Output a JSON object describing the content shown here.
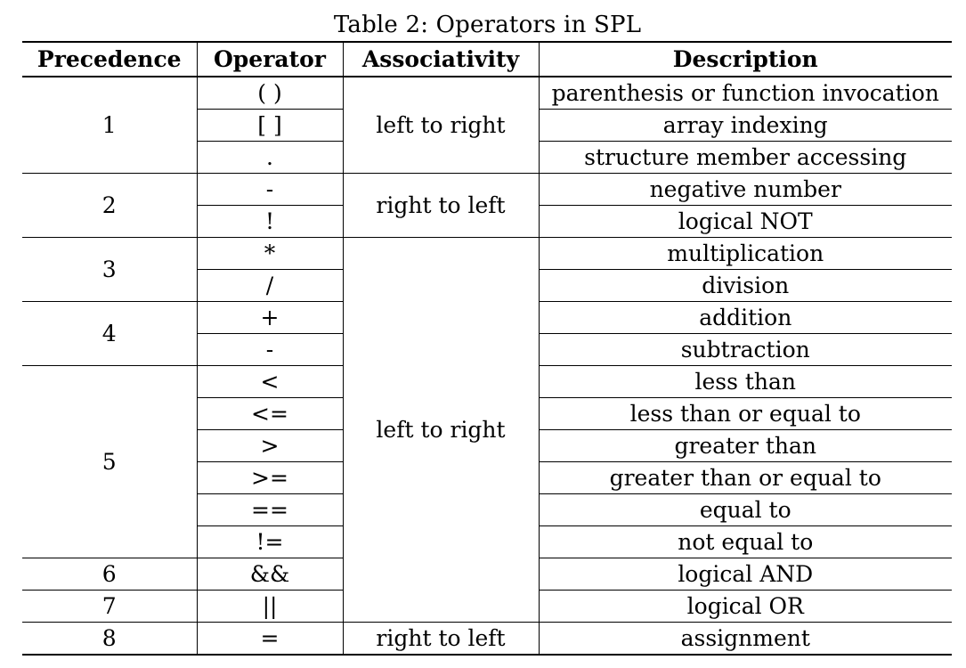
{
  "caption": "Table 2: Operators in SPL",
  "headers": {
    "precedence": "Precedence",
    "operator": "Operator",
    "associativity": "Associativity",
    "description": "Description"
  },
  "precedence": [
    "1",
    "2",
    "3",
    "4",
    "5",
    "6",
    "7",
    "8"
  ],
  "associativity": {
    "g1": "left to right",
    "g2": "right to left",
    "g3": "left to right",
    "g4": "right to left"
  },
  "rows": [
    {
      "operator": "( )",
      "description": "parenthesis or function invocation"
    },
    {
      "operator": "[ ]",
      "description": "array indexing"
    },
    {
      "operator": ".",
      "description": "structure member accessing"
    },
    {
      "operator": "-",
      "description": "negative number"
    },
    {
      "operator": "!",
      "description": "logical NOT"
    },
    {
      "operator": "*",
      "description": "multiplication"
    },
    {
      "operator": "/",
      "description": "division"
    },
    {
      "operator": "+",
      "description": "addition"
    },
    {
      "operator": "-",
      "description": "subtraction"
    },
    {
      "operator": "<",
      "description": "less than"
    },
    {
      "operator": "<=",
      "description": "less than or equal to"
    },
    {
      "operator": ">",
      "description": "greater than"
    },
    {
      "operator": ">=",
      "description": "greater than or equal to"
    },
    {
      "operator": "==",
      "description": "equal to"
    },
    {
      "operator": "!=",
      "description": "not equal to"
    },
    {
      "operator": "&&",
      "description": "logical AND"
    },
    {
      "operator": "||",
      "description": "logical OR"
    },
    {
      "operator": "=",
      "description": "assignment"
    }
  ]
}
